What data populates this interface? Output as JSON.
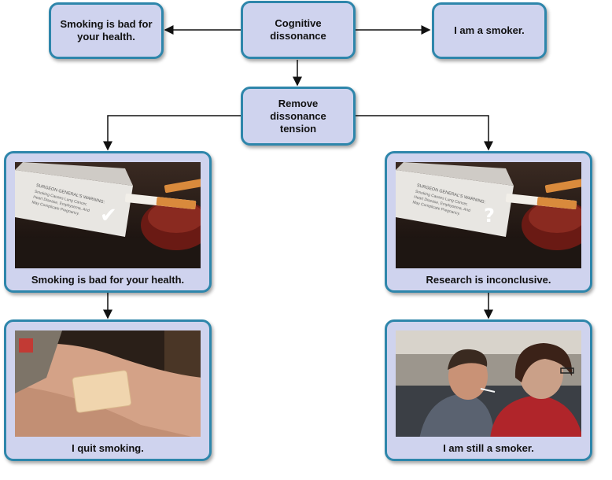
{
  "nodes": {
    "top_left": "Smoking is bad for your health.",
    "center": "Cognitive dissonance",
    "top_right": "I am a smoker.",
    "remove": "Remove dissonance tension"
  },
  "cards": {
    "left_mid": {
      "caption": "Smoking is bad for your health.",
      "mark": "✔"
    },
    "right_mid": {
      "caption": "Research is inconclusive.",
      "mark": "?"
    },
    "left_bottom": {
      "caption": "I quit smoking."
    },
    "right_bottom": {
      "caption": "I am still a smoker."
    }
  },
  "pack_label": "SURGEON GENERAL'S WARNING: Smoking Causes Lung Cancer, Heart Disease, Emphysema, And May Complicate Pregnancy.",
  "colors": {
    "box_fill": "#cfd3ee",
    "border": "#2e86ab",
    "arrow": "#111111"
  }
}
